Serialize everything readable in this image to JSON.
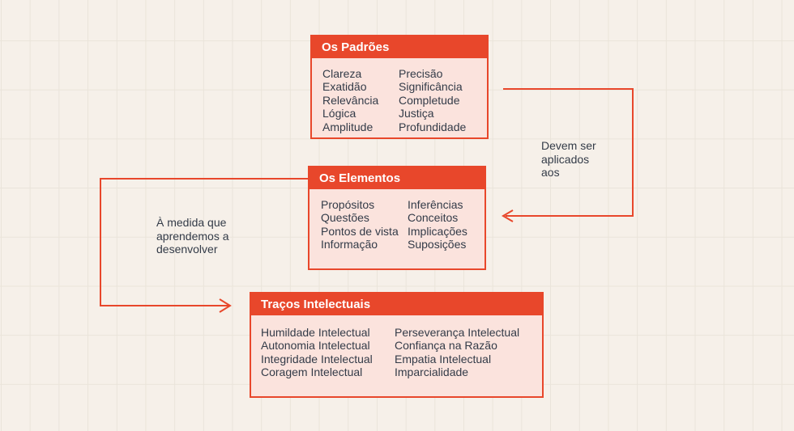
{
  "colors": {
    "accent": "#E8472B",
    "box_fill": "#FBE3DD",
    "header_text": "#FFFFFF",
    "body_text": "#333B48",
    "background": "#F6F0E9",
    "grid_line": "#EAE4DA"
  },
  "boxes": [
    {
      "title": "Os Padrões",
      "col1": [
        "Clareza",
        "Exatidão",
        "Relevância",
        "Lógica",
        "Amplitude"
      ],
      "col2": [
        "Precisão",
        "Significância",
        "Completude",
        "Justiça",
        "Profundidade"
      ]
    },
    {
      "title": "Os Elementos",
      "col1": [
        "Propósitos",
        "Questões",
        "Pontos de vista",
        "Informação"
      ],
      "col2": [
        "Inferências",
        "Conceitos",
        "Implicações",
        "Suposições"
      ]
    },
    {
      "title": "Traços Intelectuais",
      "col1": [
        "Humildade Intelectual",
        "Autonomia Intelectual",
        "Integridade Intelectual",
        "Coragem Intelectual"
      ],
      "col2": [
        "Perseverança Intelectual",
        "Confiança na Razão",
        "Empatia Intelectual",
        "Imparcialidade"
      ]
    }
  ],
  "connector_labels": [
    {
      "text": "Devem ser\naplicados\naos"
    },
    {
      "text": "À medida que\naprendemos a\ndesenvolver"
    }
  ]
}
